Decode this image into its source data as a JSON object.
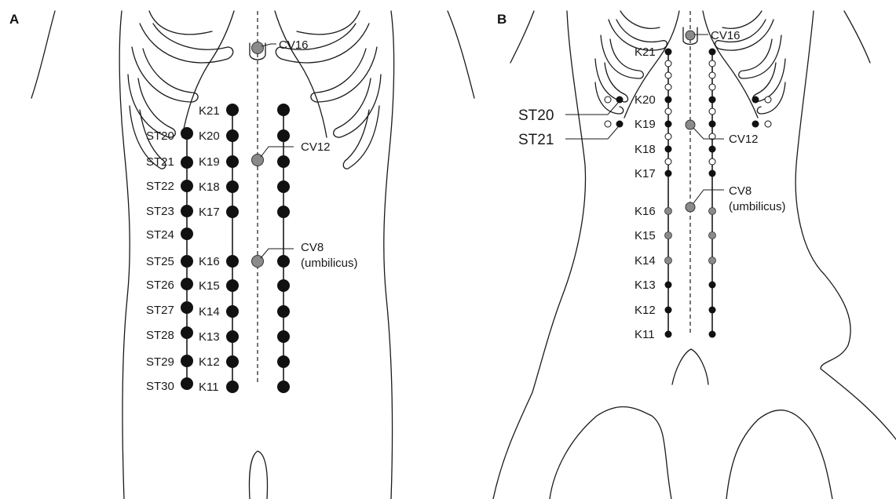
{
  "panel_a": {
    "letter": "A",
    "cv_points": {
      "cv16": "CV16",
      "cv12": "CV12",
      "cv8": "CV8",
      "cv8_note": "(umbilicus)"
    },
    "st_labels": [
      "ST20",
      "ST21",
      "ST22",
      "ST23",
      "ST24",
      "ST25",
      "ST26",
      "ST27",
      "ST28",
      "ST29",
      "ST30"
    ],
    "k_labels": [
      "K21",
      "K20",
      "K19",
      "K18",
      "K17",
      "K16",
      "K15",
      "K14",
      "K13",
      "K12",
      "K11"
    ]
  },
  "panel_b": {
    "letter": "B",
    "cv_points": {
      "cv16": "CV16",
      "cv12": "CV12",
      "cv8": "CV8",
      "cv8_note": "(umbilicus)"
    },
    "st_callouts": [
      "ST20",
      "ST21"
    ],
    "k_labels": [
      "K21",
      "K20",
      "K19",
      "K18",
      "K17",
      "K16",
      "K15",
      "K14",
      "K13",
      "K12",
      "K11"
    ]
  },
  "colors": {
    "point_black": "#111111",
    "point_gray": "#8a8a8a",
    "point_open": "#ffffff",
    "line": "#1a1a1a"
  }
}
